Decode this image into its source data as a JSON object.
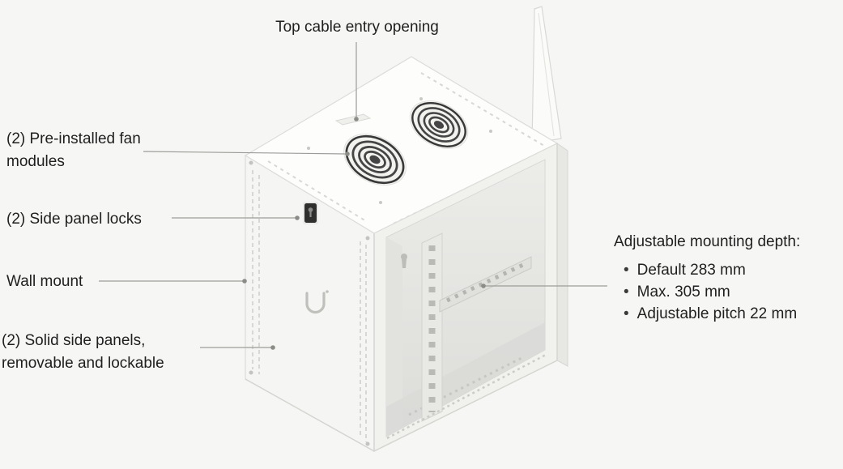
{
  "colors": {
    "background": "#f6f6f4",
    "leader_line": "#9c9c99",
    "text": "#1f1f1f",
    "fan_grille": "#454545",
    "lock_body": "#2f2f2e"
  },
  "callouts": {
    "top_cable_entry": "Top cable entry opening",
    "fan_modules": "(2) Pre-installed fan modules",
    "side_panel_locks": "(2) Side panel locks",
    "wall_mount": "Wall mount",
    "side_panels": "(2) Solid side panels, removable and lockable"
  },
  "mounting_depth": {
    "title": "Adjustable mounting depth:",
    "bullet": "•",
    "items": [
      "Default 283 mm",
      "Max. 305 mm",
      "Adjustable pitch 22 mm"
    ]
  }
}
